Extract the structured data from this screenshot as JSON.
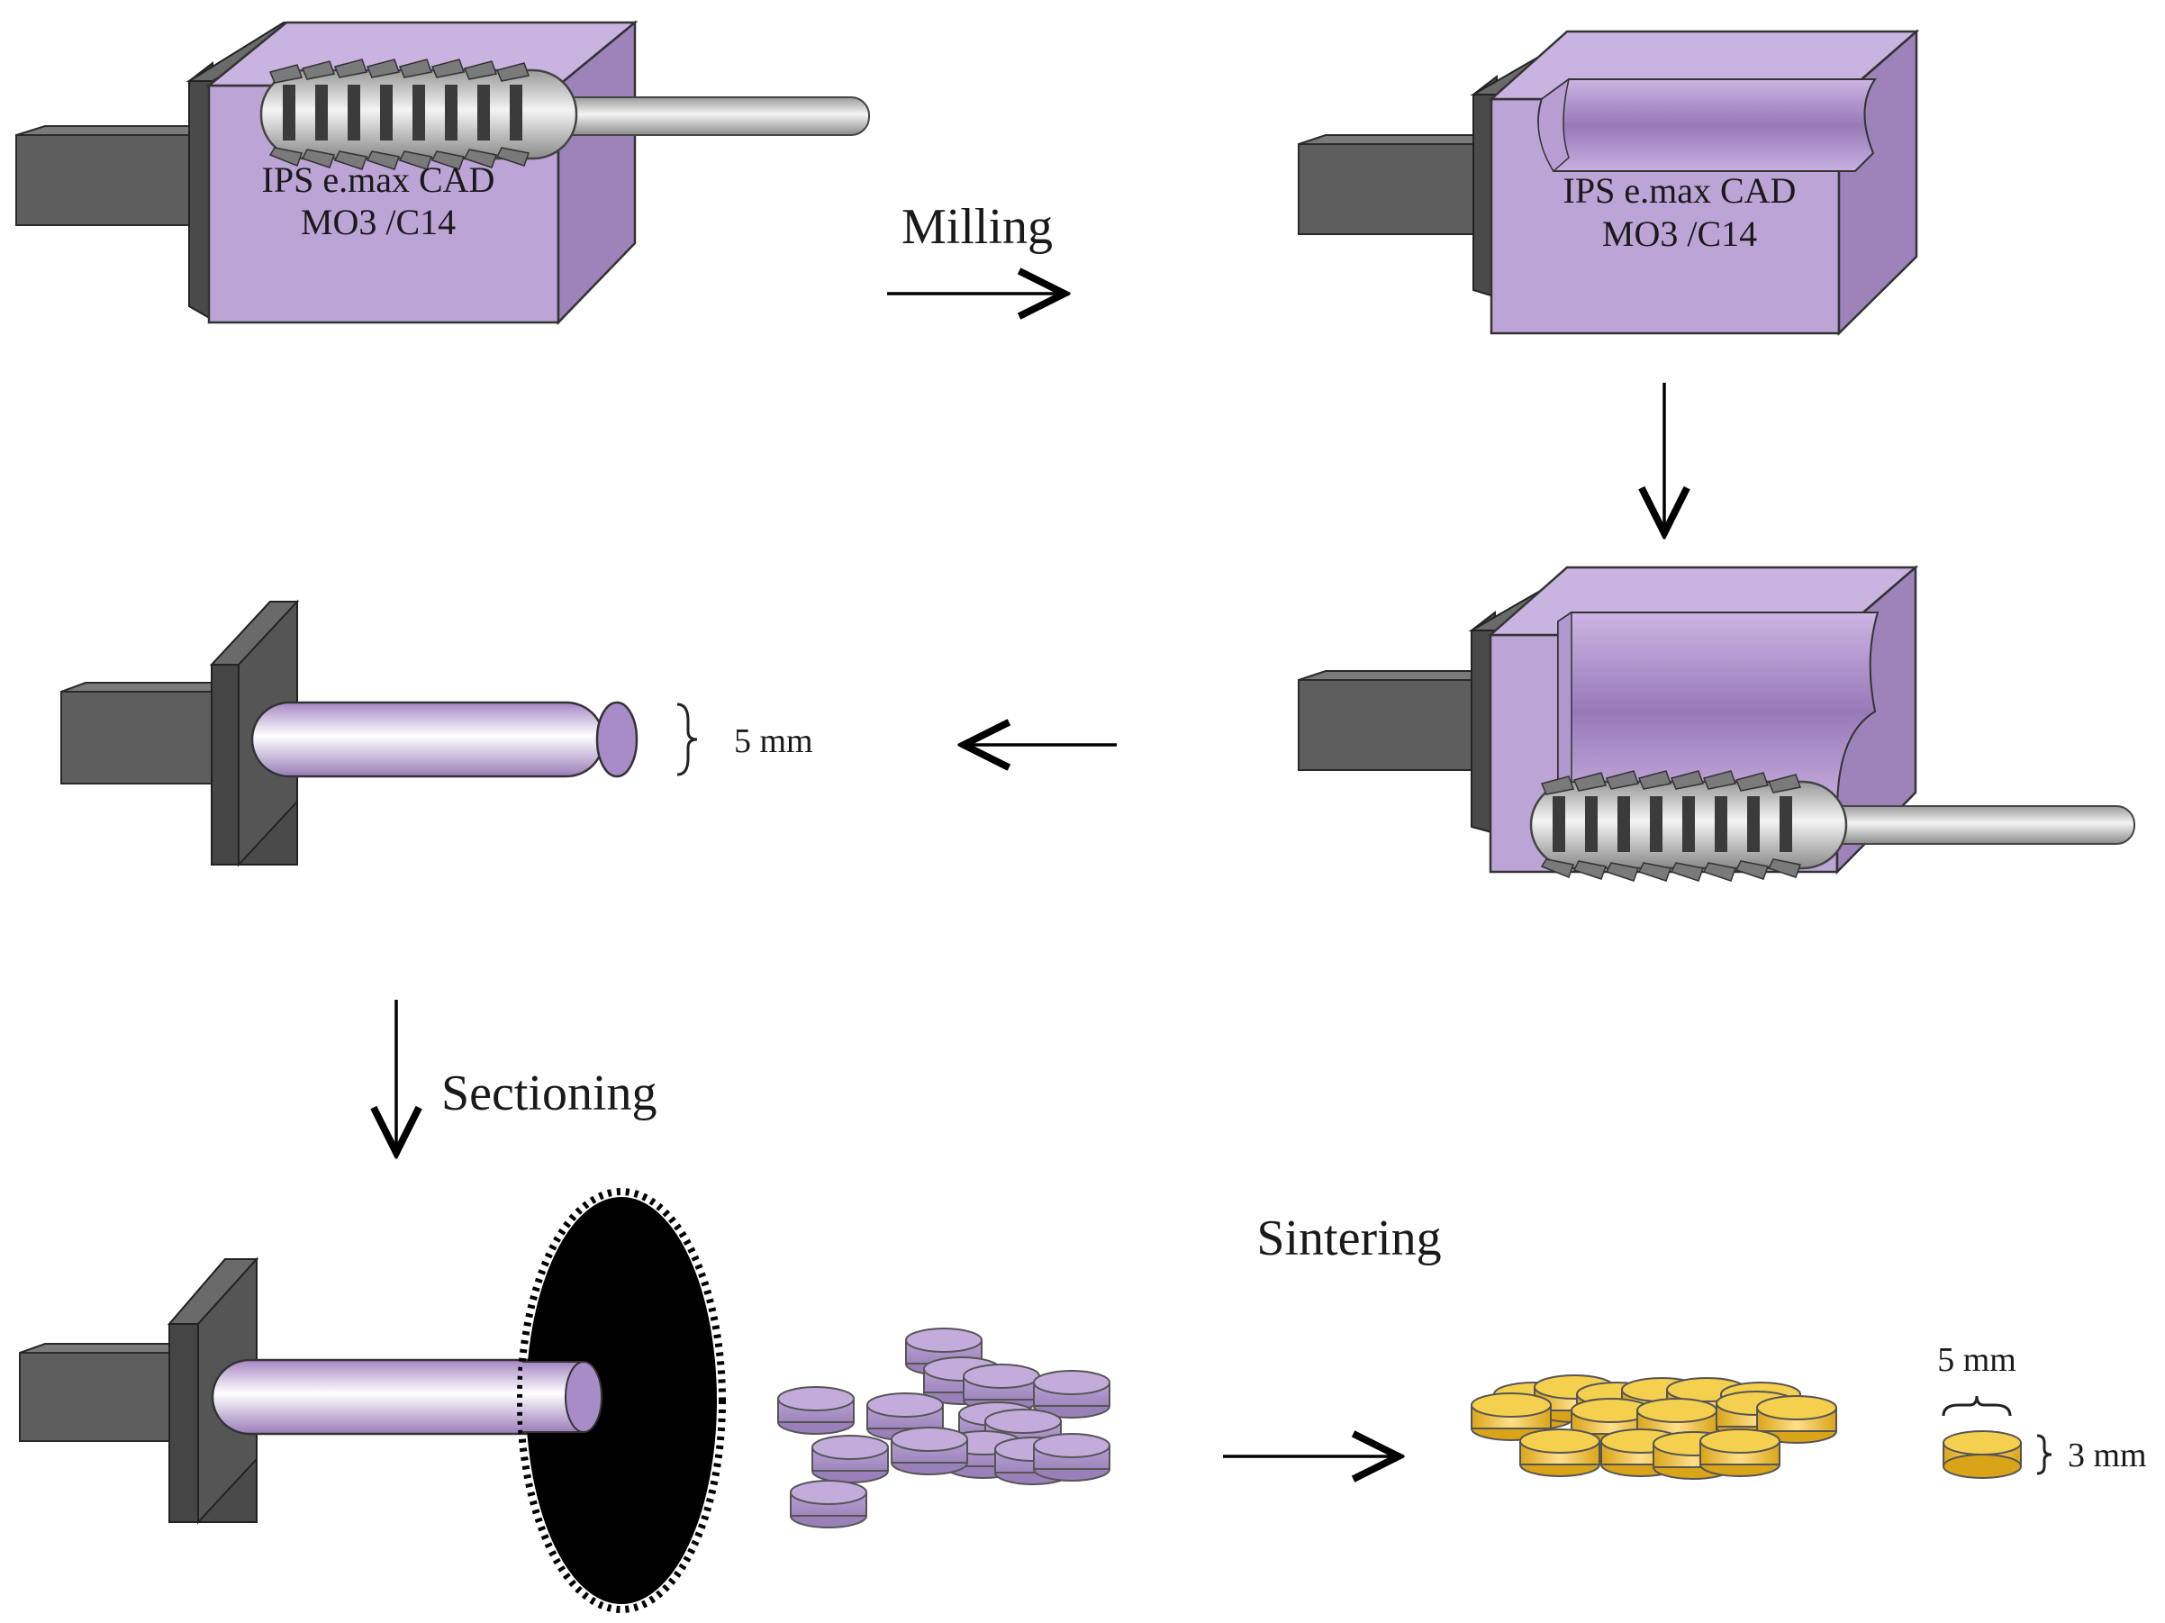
{
  "block_label": {
    "line1": "IPS e.max CAD",
    "line2": "MO3 /C14"
  },
  "steps": {
    "milling": "Milling",
    "sectioning": "Sectioning",
    "sintering": "Sintering"
  },
  "dimensions": {
    "rod_diameter": "5 mm",
    "disc_diameter": "5 mm",
    "disc_thickness": "3 mm"
  },
  "colors": {
    "block_purple": "#bda4d6",
    "block_purple_dark": "#9d83ba",
    "holder_gray": "#5e5e5e",
    "disc_gold": "#f2c330",
    "saw_black": "#000000"
  }
}
